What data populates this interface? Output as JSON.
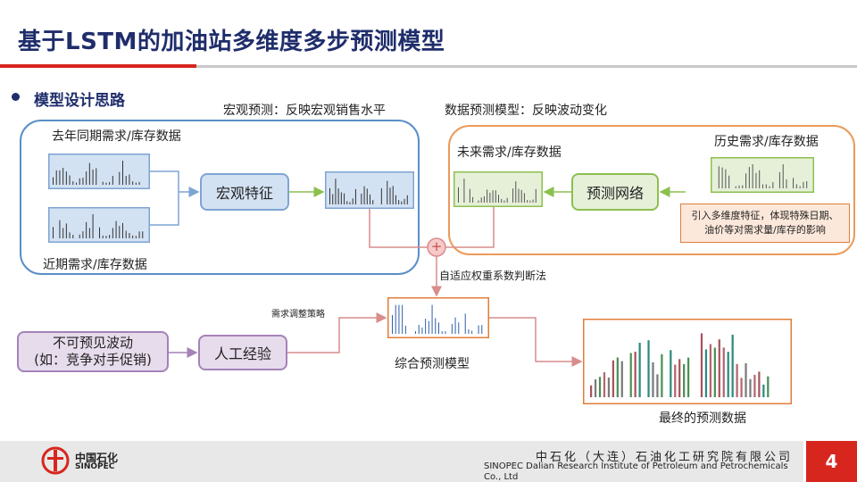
{
  "title": "基于LSTM的加油站多维度多步预测模型",
  "section_heading": "模型设计思路",
  "macro": {
    "caption": "宏观预测：反映宏观销售水平",
    "last_year_label": "去年同期需求/库存数据",
    "recent_label": "近期需求/库存数据",
    "feature_label": "宏观特征"
  },
  "data_model": {
    "caption": "数据预测模型：反映波动变化",
    "future_label": "未来需求/库存数据",
    "history_label": "历史需求/库存数据",
    "network_label": "预测网络",
    "note_line1": "引入多维度特征，体现特殊日期、",
    "note_line2": "油价等对需求量/库存的影响"
  },
  "combine": {
    "plus_symbol": "+",
    "weight_label": "自适应权重系数判断法",
    "strategy_label": "需求调整策略",
    "combined_label": "综合预测模型",
    "final_label": "最终的预测数据"
  },
  "unforeseen": {
    "line1": "不可预见波动",
    "line2": "(如：竞争对手促销)",
    "experience_label": "人工经验"
  },
  "footer": {
    "logo_cn": "中国石化",
    "logo_en": "SINOPEC",
    "org_cn": "中石化（大连）石油化工研究院有限公司",
    "org_en": "SINOPEC Dalian Research Institute of Petroleum and Petrochemicals Co., Ltd",
    "page_number": "4"
  },
  "colors": {
    "title": "#1f2d6b",
    "accent_red": "#d7261e",
    "macro_blue": "#5a8fc7",
    "data_orange": "#eb9a5a",
    "net_green": "#8cc04e",
    "purple": "#a482b9",
    "connector_pink": "#d98c8c"
  }
}
